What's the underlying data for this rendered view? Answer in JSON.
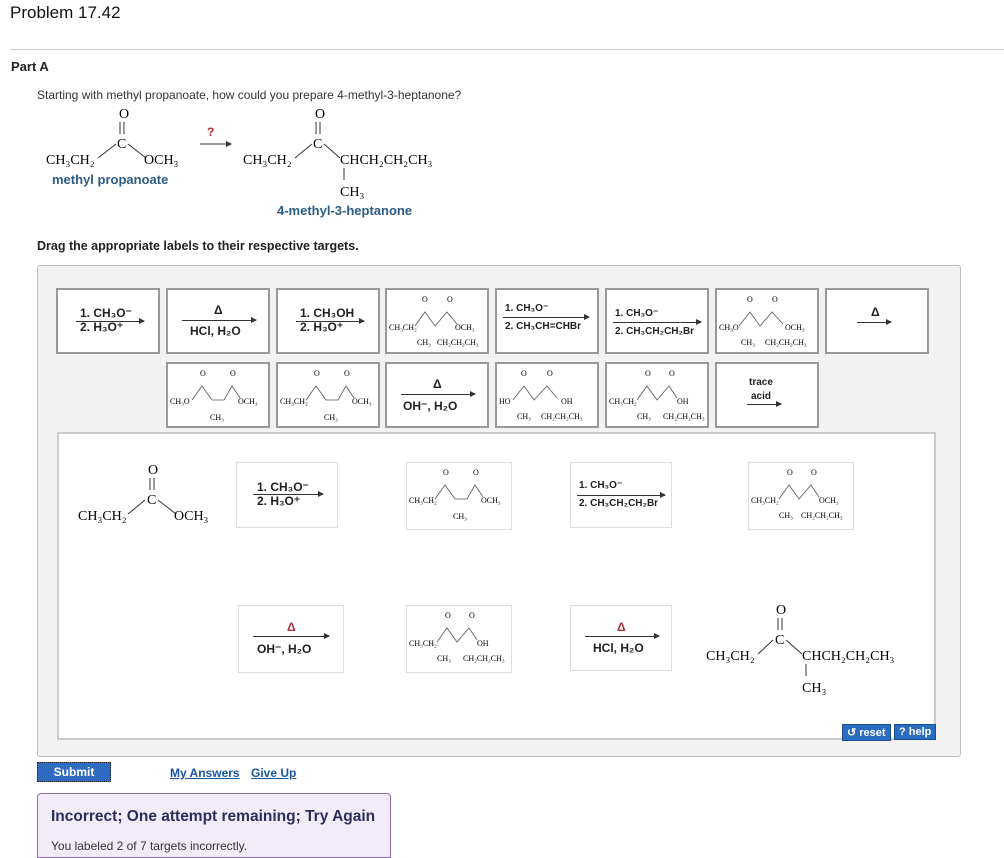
{
  "problem_title": "Problem 17.42",
  "part": "Part A",
  "question": "Starting with methyl propanoate, how could you prepare 4-methyl-3-heptanone?",
  "reaction": {
    "arrow_label": "?",
    "reactant_name": "methyl propanoate",
    "product_name": "4-methyl-3-heptanone",
    "ch3ch2": "CH₃CH₂",
    "och3": "OCH₃",
    "chain": "CHCH₂CH₂CH₃",
    "ch3": "CH₃",
    "o": "O",
    "c": "C"
  },
  "instruction": "Drag the appropriate labels to their respective targets.",
  "labels": {
    "ch3o_h3o_1": "1. CH₃O⁻",
    "ch3o_h3o_2": "2. H₃O⁺",
    "delta": "Δ",
    "hcl_h2o": "HCl, H₂O",
    "ch3oh_1": "1. CH₃OH",
    "ch3oh_2": "2. H₃O⁺",
    "vinyl_1": "1. CH₃O⁻",
    "vinyl_2": "2. CH₃CH=CHBr",
    "propyl_1": "1. CH₃O⁻",
    "propyl_2": "2. CH₃CH₂CH₂Br",
    "oh_h2o": "OH⁻, H₂O",
    "trace": "trace",
    "acid": "acid"
  },
  "buttons": {
    "reset": "reset",
    "help": "? help",
    "submit": "Submit",
    "my_answers": "My Answers",
    "give_up": "Give Up"
  },
  "feedback": {
    "headline": "Incorrect; One attempt remaining; Try Again",
    "detail": "You labeled 2 of 7 targets incorrectly."
  },
  "colors": {
    "accent": "#2c5c86",
    "delta": "#b0333a",
    "button": "#2f6cc1",
    "feedback_border": "#8b6db0"
  }
}
